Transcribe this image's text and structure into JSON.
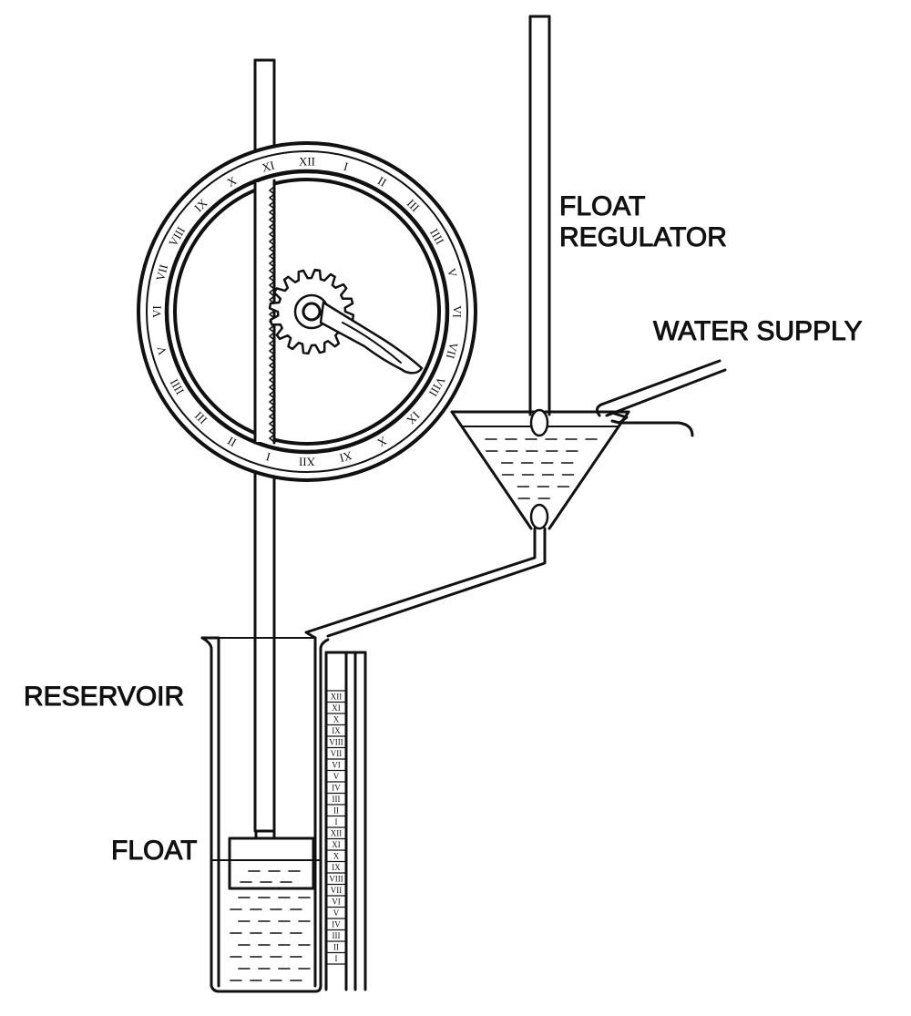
{
  "labels": {
    "float_regulator_1": "FLOAT",
    "float_regulator_2": "REGULATOR",
    "water_supply": "WATER SUPPLY",
    "reservoir": "RESERVOIR",
    "float": "FLOAT"
  },
  "dial_numerals": [
    "XII",
    "I",
    "II",
    "III",
    "IIII",
    "V",
    "VI",
    "VII",
    "VIII",
    "IX",
    "X",
    "XI",
    "XII",
    "I",
    "II",
    "III",
    "IIII",
    "V",
    "VI",
    "VII",
    "VIII",
    "IX",
    "X",
    "XI"
  ],
  "scale_numerals": [
    "XII",
    "XI",
    "X",
    "IX",
    "VIII",
    "VII",
    "VI",
    "V",
    "IV",
    "III",
    "II",
    "I",
    "XII",
    "XI",
    "X",
    "IX",
    "VIII",
    "VII",
    "VI",
    "V",
    "IV",
    "III",
    "II",
    "I"
  ],
  "colors": {
    "ink": "#111111",
    "paper": "#ffffff"
  }
}
